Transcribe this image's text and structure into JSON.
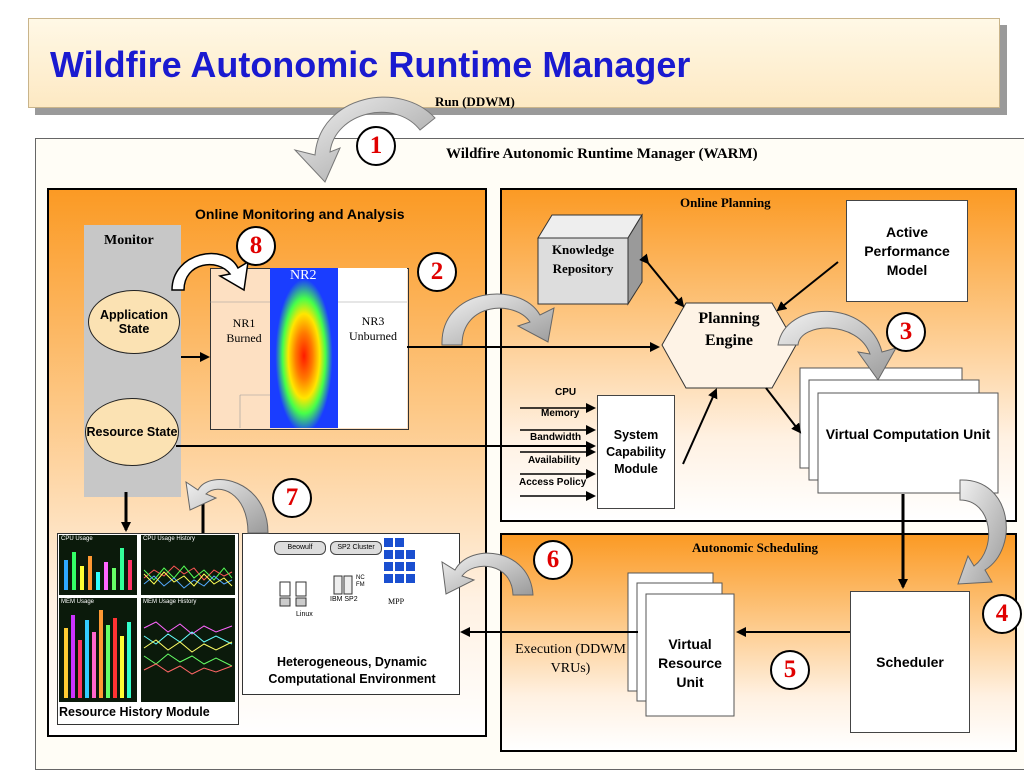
{
  "title": "Wildfire Autonomic Runtime Manager",
  "run_label": "Run (DDWM)",
  "warm_label": "Wildfire Autonomic Runtime Manager (WARM)",
  "monitoring": {
    "title": "Online Monitoring and Analysis",
    "monitor_label": "Monitor",
    "application_state": "Application State",
    "resource_state": "Resource State",
    "nr1": "NR1 Burned",
    "nr2": "NR2",
    "nr3": "NR3 Unburned"
  },
  "planning": {
    "title": "Online Planning",
    "knowledge": "Knowledge Repository",
    "performance_model": "Active Performance Model",
    "planning_engine": "Planning Engine",
    "system_capability": "System Capability Module",
    "vcu": "Virtual Computation Unit",
    "inputs": [
      "CPU",
      "Memory",
      "Bandwidth",
      "Availability",
      "Access Policy"
    ]
  },
  "scheduling": {
    "title": "Autonomic Scheduling",
    "scheduler": "Scheduler",
    "vru": "Virtual Resource Unit",
    "execution": "Execution (DDWM VRUs)"
  },
  "environment": {
    "label": "Heterogeneous, Dynamic Computational Environment",
    "beowulf": "Beowulf",
    "sp2": "SP2 Cluster",
    "linux": "Linux",
    "ibm": "IBM SP2",
    "mpp": "MPP",
    "ncfm": "NC FM"
  },
  "history": {
    "label": "Resource History Module",
    "panels": [
      "CPU Usage",
      "CPU Usage History",
      "MEM Usage",
      "MEM Usage History"
    ]
  },
  "steps": [
    "1",
    "2",
    "3",
    "4",
    "5",
    "6",
    "7",
    "8"
  ]
}
